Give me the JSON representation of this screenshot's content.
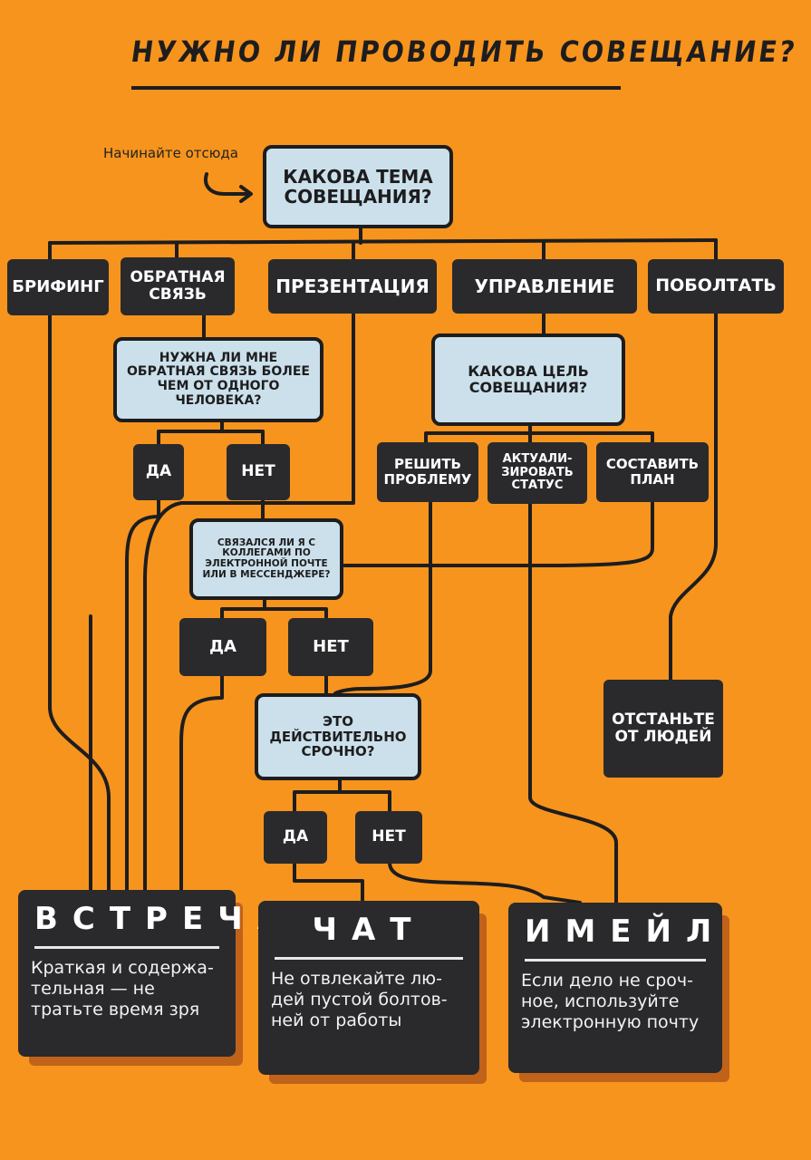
{
  "title": "НУЖНО ЛИ ПРОВОДИТЬ СОВЕЩАНИЕ?",
  "start_note": "Начинайте отсюда",
  "nodes": {
    "topic_q": "КАКОВА ТЕМА СОВЕЩАНИЯ?",
    "briefing": "БРИФИНГ",
    "feedback": "ОБРАТНАЯ СВЯЗЬ",
    "presentation": "ПРЕЗЕНТАЦИЯ",
    "management": "УПРАВЛЕНИЕ",
    "chat_talk": "ПОБОЛТАТЬ",
    "feedback_q": "НУЖНА ЛИ МНЕ ОБРАТНАЯ СВЯЗЬ БОЛЕЕ ЧЕМ ОТ ОДНОГО ЧЕЛОВЕКА?",
    "feedback_yes": "ДА",
    "feedback_no": "НЕТ",
    "goal_q": "КАКОВА ЦЕЛЬ СОВЕЩАНИЯ?",
    "solve": "РЕШИТЬ ПРОБЛЕМУ",
    "update": "АКТУАЛИ- ЗИРОВАТЬ СТАТУС",
    "plan": "СОСТАВИТЬ ПЛАН",
    "contacted_q": "СВЯЗАЛСЯ ЛИ Я С КОЛЛЕГАМИ ПО ЭЛЕКТРОННОЙ ПОЧТЕ ИЛИ В МЕССЕНДЖЕРЕ?",
    "contacted_yes": "ДА",
    "contacted_no": "НЕТ",
    "urgent_q": "ЭТО ДЕЙСТВИТЕЛЬНО СРОЧНО?",
    "urgent_yes": "ДА",
    "urgent_no": "НЕТ",
    "leave_alone": "ОТСТАНЬТЕ ОТ ЛЮДЕЙ"
  },
  "outcomes": {
    "meeting": {
      "title": "ВСТРЕЧА",
      "text": "Краткая и содержа- тельная — не тратьте время зря"
    },
    "chat": {
      "title": "ЧАТ",
      "text": "Не отвлекайте лю- дей пустой болтов- ней от работы"
    },
    "email": {
      "title": "ИМЕЙЛ",
      "text": "Если дело не сроч- ное, используйте электронную почту"
    }
  },
  "colors": {
    "background": "#f7941d",
    "question_fill": "#cbe0ea",
    "answer_fill": "#2a2a2c",
    "line": "#1d1d1f"
  }
}
